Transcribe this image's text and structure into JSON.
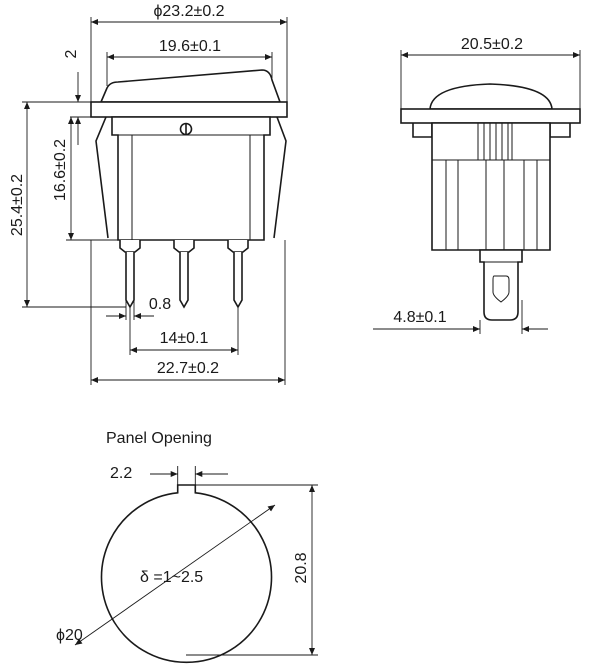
{
  "front_view": {
    "overall_diameter": "ϕ23.2±0.2",
    "rocker_width": "19.6±0.1",
    "flange_thickness": "2",
    "total_height": "25.4±0.2",
    "body_height": "16.6±0.2",
    "terminal_width": "0.8",
    "terminal_pitch": "14±0.1",
    "body_width": "22.7±0.2"
  },
  "side_view": {
    "top_width": "20.5±0.2",
    "terminal_width": "4.8±0.1"
  },
  "panel_opening": {
    "title": "Panel Opening",
    "notch_width": "2.2",
    "height": "20.8",
    "thickness": "δ =1~2.5",
    "diameter": "ϕ20"
  }
}
